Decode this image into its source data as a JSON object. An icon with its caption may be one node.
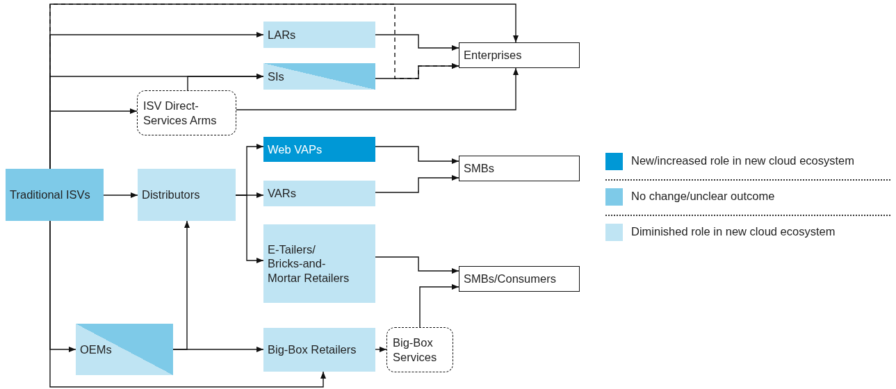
{
  "diagram": {
    "nodes": [
      {
        "text": [
          "Traditional ISVs"
        ]
      },
      {
        "text": [
          "LARs"
        ]
      },
      {
        "text": [
          "SIs"
        ]
      },
      {
        "text": [
          "ISV Direct-Services Arms"
        ]
      },
      {
        "text": [
          "Enterprises"
        ]
      },
      {
        "text": [
          "Distributors"
        ]
      },
      {
        "text": [
          "Web VAPs"
        ]
      },
      {
        "text": [
          "VARs"
        ]
      },
      {
        "text": [
          "E-Tailers/ Bricks-and-Mortar Retailers"
        ]
      },
      {
        "text": [
          "SMBs"
        ]
      },
      {
        "text": [
          "SMBs/Consumers"
        ]
      },
      {
        "text": [
          "OEMs"
        ]
      },
      {
        "text": [
          "Big-Box Retailers"
        ]
      },
      {
        "text": [
          "Big-Box Services"
        ]
      }
    ],
    "edges": [
      {
        "from": 0,
        "to": 4,
        "arrow": "to"
      },
      {
        "from": 0,
        "to": 1,
        "arrow": "to"
      },
      {
        "from": 0,
        "to": 2,
        "arrow": "to"
      },
      {
        "from": 0,
        "to": 3,
        "arrow": "to"
      },
      {
        "from": 3,
        "to": 2,
        "arrow": "to"
      },
      {
        "from": 0,
        "to": 4,
        "arrow": "to",
        "style": "dashed"
      },
      {
        "from": 1,
        "to": 4,
        "arrow": "to"
      },
      {
        "from": 2,
        "to": 4,
        "arrow": "to"
      },
      {
        "from": 3,
        "to": 4,
        "arrow": "to"
      },
      {
        "from": 0,
        "to": 5,
        "arrow": "to"
      },
      {
        "from": 5,
        "to": 6,
        "arrow": "to"
      },
      {
        "from": 5,
        "to": 7,
        "arrow": "to"
      },
      {
        "from": 5,
        "to": 8,
        "arrow": "to"
      },
      {
        "from": 6,
        "to": 9,
        "arrow": "to"
      },
      {
        "from": 7,
        "to": 9,
        "arrow": "to"
      },
      {
        "from": 8,
        "to": 10,
        "arrow": "to"
      },
      {
        "from": 11,
        "to": 12,
        "arrow": "to"
      },
      {
        "from": 11,
        "to": 5,
        "arrow": "to"
      },
      {
        "from": 0,
        "to": 11,
        "arrow": "to"
      },
      {
        "from": 0,
        "to": 12,
        "arrow": "to"
      },
      {
        "from": 12,
        "to": 13,
        "arrow": "to"
      },
      {
        "from": 13,
        "to": 10,
        "arrow": "to"
      }
    ],
    "legend": [
      {
        "text": "New/increased role in new cloud ecosystem",
        "color": "#0098d6"
      },
      {
        "text": "No change/unclear outcome",
        "color": "#7ecae8"
      },
      {
        "text": "Diminished role in new cloud ecosystem",
        "color": "#bfe4f3"
      }
    ]
  }
}
